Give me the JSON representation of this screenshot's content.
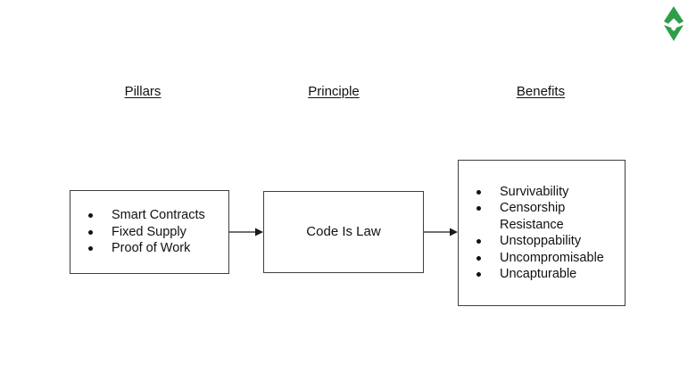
{
  "slide": {
    "headings": [
      {
        "id": "pillars",
        "label": "Pillars"
      },
      {
        "id": "principle",
        "label": "Principle"
      },
      {
        "id": "benefits",
        "label": "Benefits"
      }
    ],
    "pillars_box": {
      "items": [
        "Smart Contracts",
        "Fixed Supply",
        "Proof of Work"
      ]
    },
    "principle_box": {
      "label": "Code Is Law"
    },
    "benefits_box": {
      "items": [
        "Survivability",
        "Censorship Resistance",
        "Unstoppability",
        "Uncompromisable",
        "Uncapturable"
      ]
    }
  },
  "logo": {
    "name": "ethereum-classic-logo"
  },
  "colors": {
    "logo_green": "#2f9e4a",
    "box_border": "#3f3f3f",
    "text": "#111111",
    "connector": "#1a1a1a",
    "background": "#ffffff"
  }
}
